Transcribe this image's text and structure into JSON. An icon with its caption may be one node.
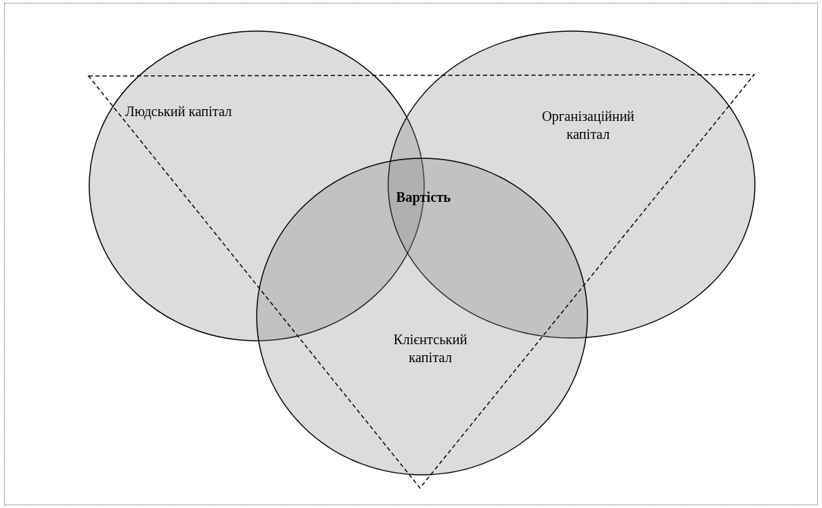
{
  "diagram": {
    "nodes": [
      {
        "text": [
          "Людський капітал"
        ]
      },
      {
        "text": [
          "Організаційний капітал"
        ]
      },
      {
        "text": [
          "Клієнтський капітал"
        ]
      }
    ],
    "labels": [
      "Вартість"
    ]
  }
}
